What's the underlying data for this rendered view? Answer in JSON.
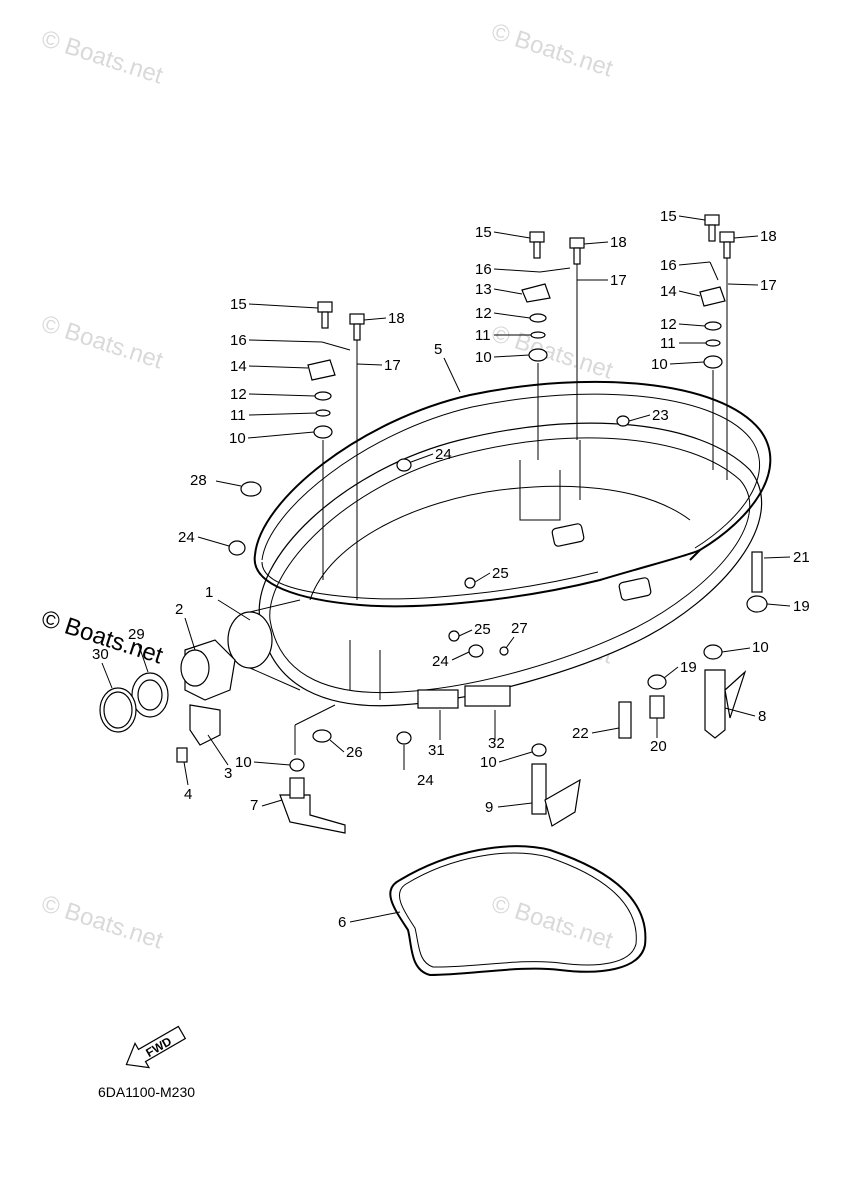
{
  "watermark": "© Boats.net",
  "diagram_code": "6DA1100-M230",
  "fwd_label": "FWD",
  "callouts": [
    "1",
    "2",
    "3",
    "4",
    "5",
    "6",
    "7",
    "8",
    "9",
    "10",
    "11",
    "12",
    "13",
    "14",
    "15",
    "16",
    "17",
    "18",
    "19",
    "20",
    "21",
    "22",
    "23",
    "24",
    "25",
    "26",
    "27",
    "28",
    "29",
    "30",
    "31",
    "32"
  ]
}
